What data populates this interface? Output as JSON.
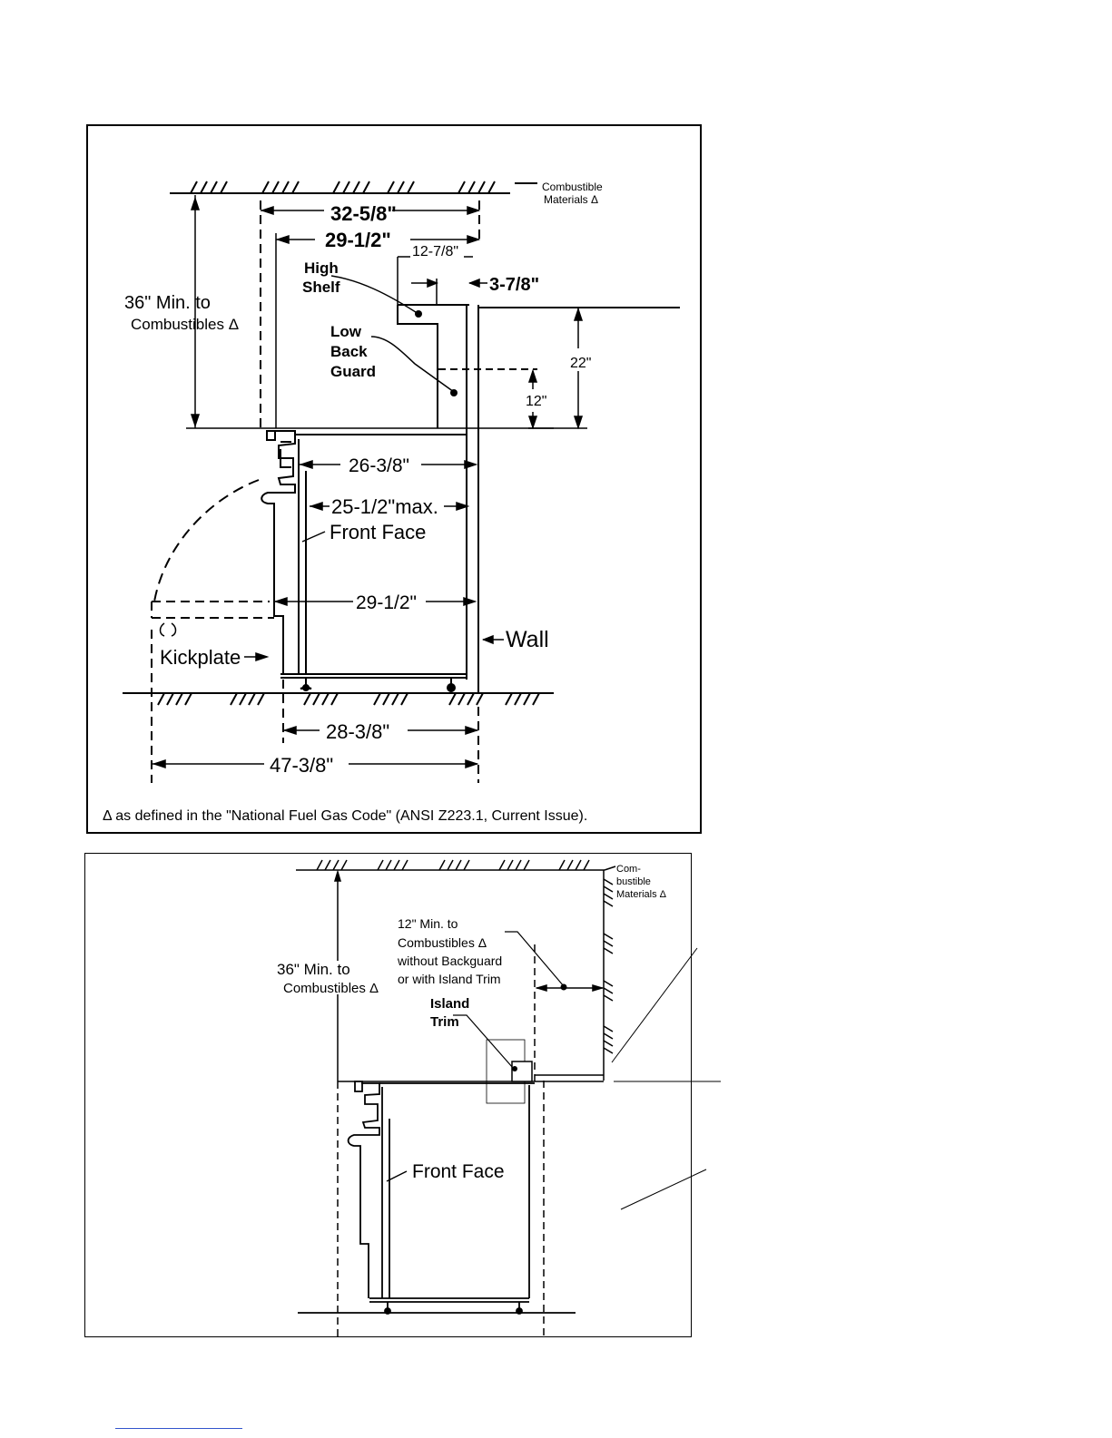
{
  "top_diagram": {
    "combustible_label_line1": "Combustible",
    "combustible_label_line2": "Materials Δ",
    "dim_overall_width": "32-5/8\"",
    "dim_range_width": "29-1/2\"",
    "dim_shelf_depth": "12-7/8\"",
    "dim_shelf_offset": "3-7/8\"",
    "high_shelf_line1": "High",
    "high_shelf_line2": "Shelf",
    "low_back_guard_line1": "Low",
    "low_back_guard_line2": "Back",
    "low_back_guard_line3": "Guard",
    "min_to_combustibles_line1": "36\" Min. to",
    "min_to_combustibles_line2": "Combustibles Δ",
    "dim_shelf_height": "22\"",
    "dim_guard_height": "12\"",
    "dim_body_depth": "26-3/8\"",
    "dim_front_face_max": "25-1/2\"max.",
    "front_face_label": "Front Face",
    "dim_door_open": "29-1/2\"",
    "wall_label": "Wall",
    "kickplate_label": "Kickplate",
    "dim_base_depth": "28-3/8\"",
    "dim_total_depth": "47-3/8\"",
    "footnote": "Δ as defined in the \"National Fuel Gas Code\" (ANSI Z223.1, Current Issue)."
  },
  "bottom_diagram": {
    "combustible_line1": "Com-",
    "combustible_line2": "bustible",
    "combustible_line3": "Materials Δ",
    "twelve_min_line1": "12\" Min. to",
    "twelve_min_line2": "Combustibles Δ",
    "twelve_min_line3": "without Backguard",
    "twelve_min_line4": "or with Island Trim",
    "min36_line1": "36\" Min. to",
    "min36_line2": "Combustibles Δ",
    "island_trim_line1": "Island",
    "island_trim_line2": "Trim",
    "front_face_label": "Front Face"
  }
}
